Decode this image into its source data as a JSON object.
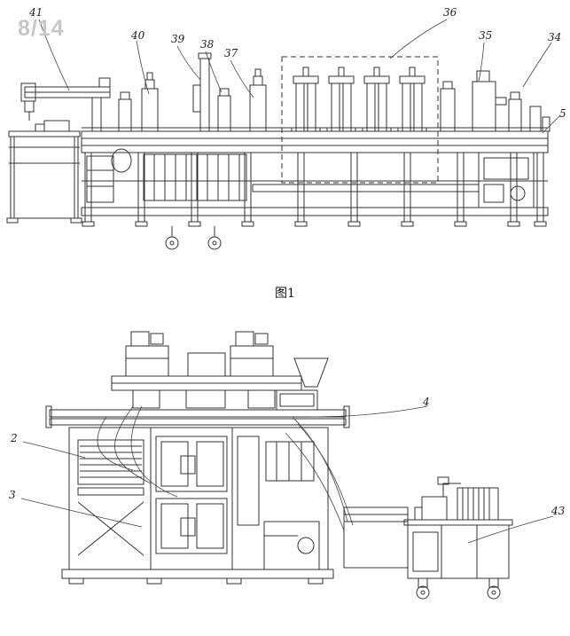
{
  "page": {
    "sheet_number": "8/14"
  },
  "figure1": {
    "caption": "图1",
    "labels": [
      {
        "id": "41",
        "text": "41"
      },
      {
        "id": "40",
        "text": "40"
      },
      {
        "id": "39",
        "text": "39"
      },
      {
        "id": "38",
        "text": "38"
      },
      {
        "id": "37",
        "text": "37"
      },
      {
        "id": "36",
        "text": "36"
      },
      {
        "id": "35",
        "text": "35"
      },
      {
        "id": "34",
        "text": "34"
      },
      {
        "id": "5",
        "text": "5"
      }
    ]
  },
  "figure2": {
    "labels": [
      {
        "id": "4",
        "text": "4"
      },
      {
        "id": "2",
        "text": "2"
      },
      {
        "id": "3",
        "text": "3"
      },
      {
        "id": "43",
        "text": "43"
      }
    ]
  }
}
